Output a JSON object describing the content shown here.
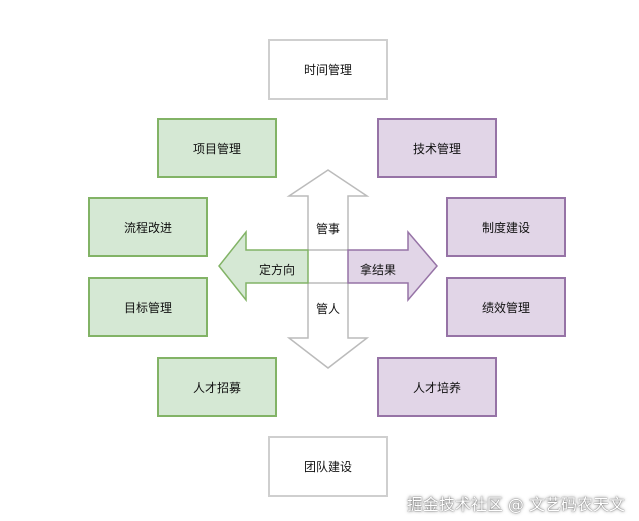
{
  "boxes": {
    "top": "时间管理",
    "bottom": "团队建设",
    "left": [
      "项目管理",
      "流程改进",
      "目标管理",
      "人才招募"
    ],
    "right": [
      "技术管理",
      "制度建设",
      "绩效管理",
      "人才培养"
    ]
  },
  "arrows": {
    "up": "管事",
    "down": "管人",
    "left": "定方向",
    "right": "拿结果"
  },
  "watermark": "掘金技术社区 @ 文艺码农天文",
  "colors": {
    "white_fill": "#ffffff",
    "white_border": "#cfcfcf",
    "green_fill": "#d5e8d4",
    "green_border": "#82b366",
    "purple_fill": "#e1d5e7",
    "purple_border": "#9673a6",
    "arrow_border": "#bbbbbb"
  }
}
